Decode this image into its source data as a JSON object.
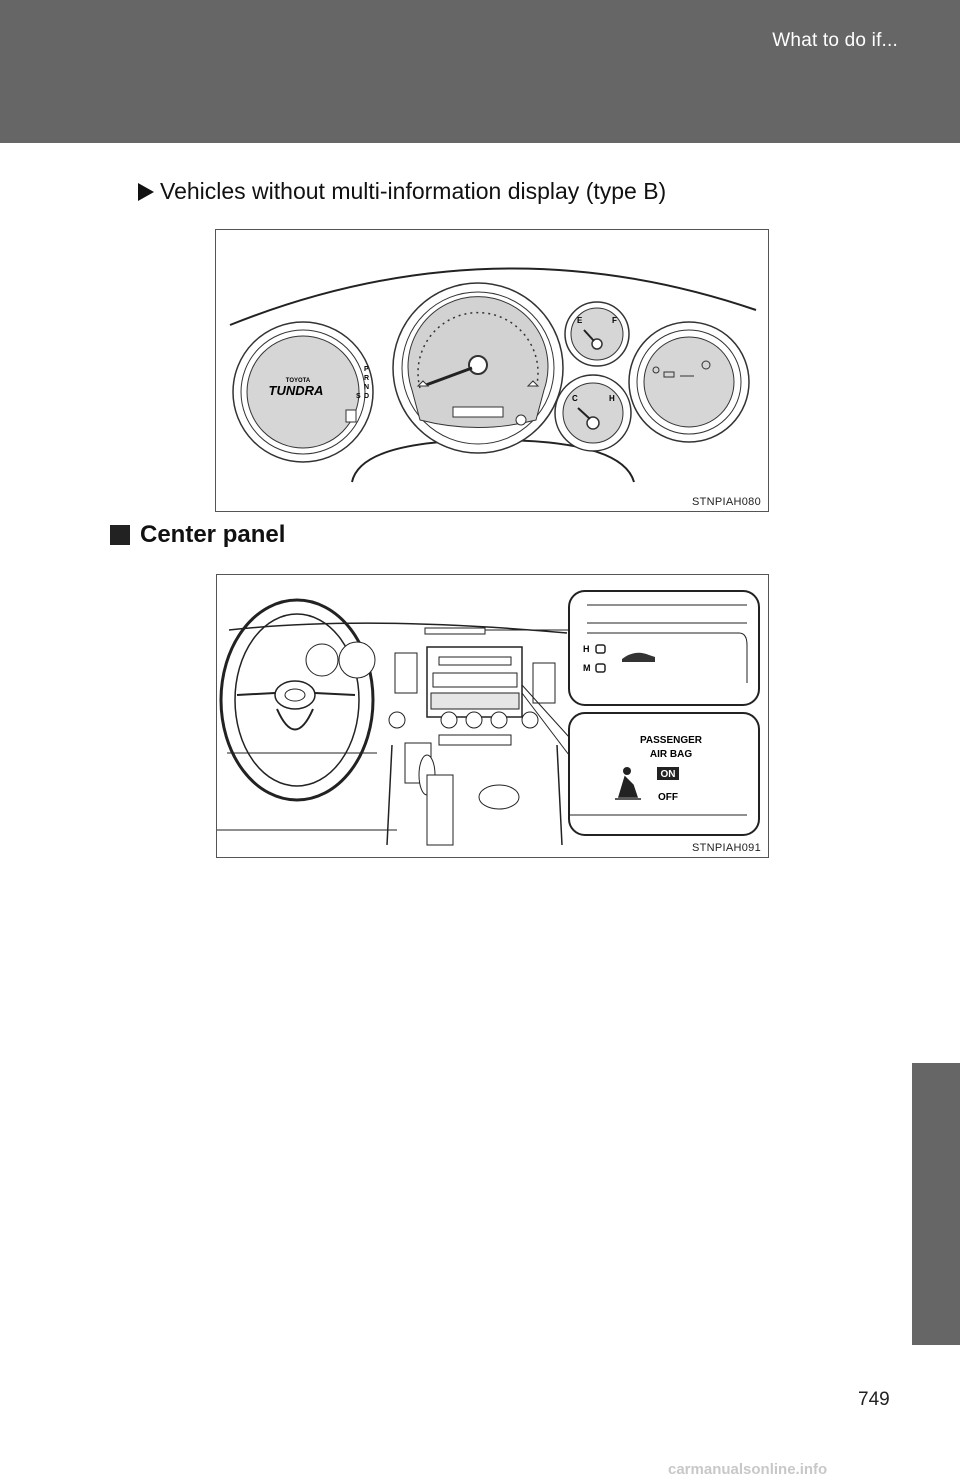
{
  "header": {
    "title": "What to do if..."
  },
  "subheading": "Vehicles without multi-information display (type B)",
  "section": {
    "title": "Center panel"
  },
  "figure1": {
    "code": "STNPIAH080",
    "labels": {
      "brand_small": "TOYOTA",
      "brand": "TUNDRA",
      "gear_p": "P",
      "gear_r": "R",
      "gear_n": "N",
      "gear_d": "D",
      "gear_s": "S",
      "fuel_e": "E",
      "fuel_f": "F",
      "temp_c": "C",
      "temp_h": "H"
    }
  },
  "figure2": {
    "code": "STNPIAH091",
    "labels": {
      "ind_h": "H",
      "ind_m": "M",
      "passenger": "PASSENGER",
      "air_bag": "AIR BAG",
      "on": "ON",
      "off": "OFF"
    }
  },
  "page": {
    "number": "749"
  },
  "footer": {
    "watermark": "carmanualsonline.info"
  }
}
